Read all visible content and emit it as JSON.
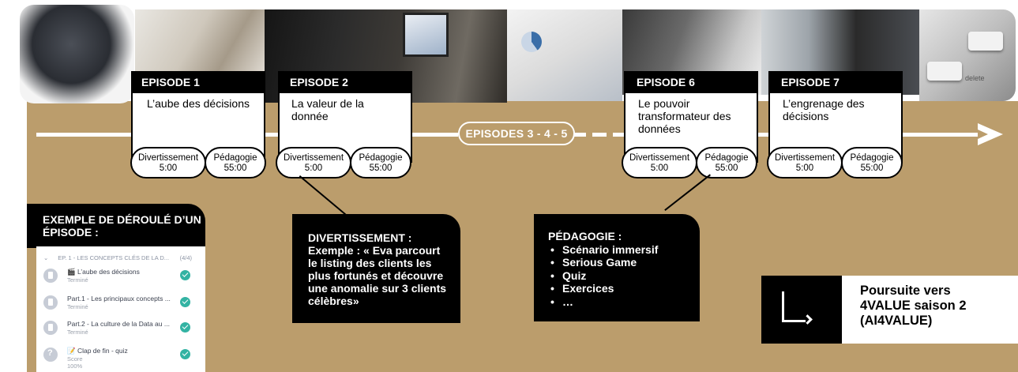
{
  "episodes": [
    {
      "number": "EPISODE 1",
      "title": "L’aube des décisions",
      "divertissement": "Divertissement",
      "div_time": "5:00",
      "pedagogie": "Pédagogie",
      "ped_time": "55:00"
    },
    {
      "number": "EPISODE 2",
      "title": "La valeur de la donnée",
      "divertissement": "Divertissement",
      "div_time": "5:00",
      "pedagogie": "Pédagogie",
      "ped_time": "55:00"
    },
    {
      "number": "EPISODE 6",
      "title": "Le pouvoir transformateur des données",
      "divertissement": "Divertissement",
      "div_time": "5:00",
      "pedagogie": "Pédagogie",
      "ped_time": "55:00"
    },
    {
      "number": "EPISODE 7",
      "title": "L’engrenage des décisions",
      "divertissement": "Divertissement",
      "div_time": "5:00",
      "pedagogie": "Pédagogie",
      "ped_time": "55:00"
    }
  ],
  "timeline": {
    "middle_label": "EPISODES 3 - 4 - 5"
  },
  "divertissement_box": {
    "title": "DIVERTISSEMENT :",
    "example_label": "Exemple :",
    "example_text": "« Eva parcourt le listing des clients les plus fortunés et découvre une anomalie sur 3 clients célèbres»"
  },
  "pedagogie_box": {
    "title": "PÉDAGOGIE :",
    "items": [
      "Scénario immersif",
      "Serious Game",
      "Quiz",
      "Exercices",
      "…"
    ]
  },
  "example": {
    "heading": "EXEMPLE DE DÉROULÉ D’UN ÉPISODE :",
    "section_title": "EP. 1 - LES CONCEPTS CLÉS DE LA D...",
    "section_count": "(4/4)",
    "items": [
      {
        "title": "🎬 L’aube des décisions",
        "status": "Terminé",
        "extra": ""
      },
      {
        "title": "Part.1 - Les principaux concepts ...",
        "status": "Terminé",
        "extra": ""
      },
      {
        "title": "Part.2 - La culture de la Data au ...",
        "status": "Terminé",
        "extra": ""
      },
      {
        "title": "📝 Clap de fin - quiz",
        "status": "Score",
        "extra": "100%"
      }
    ]
  },
  "saison2": {
    "line1": "Poursuite vers",
    "line2": "4VALUE saison 2",
    "line3": "(AI4VALUE)"
  },
  "colors": {
    "band": "#bb9d6c",
    "check": "#33b3a3",
    "black": "#000000",
    "white": "#ffffff"
  },
  "photos": [
    "man-on-phone-photo",
    "woman-at-window-photo",
    "businessman-laptop-photo",
    "analytics-screen-photo",
    "documents-desk-photo",
    "hand-with-watch-photo",
    "city-window-photo",
    "keyboard-delete-key-photo"
  ],
  "keyboard_label": "delete"
}
